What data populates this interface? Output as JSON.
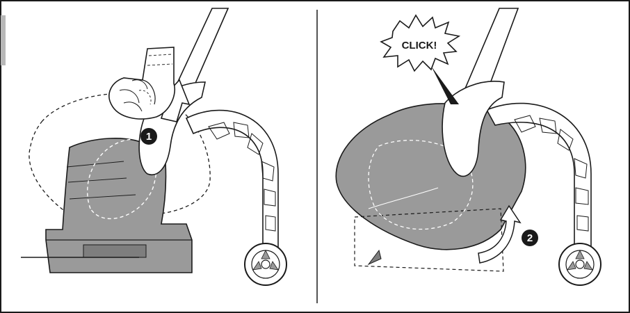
{
  "panels": [
    {
      "step_label": "1"
    },
    {
      "step_label": "2",
      "callout": "CLICK!"
    }
  ],
  "colors": {
    "ink": "#1a1a1a",
    "fill_gray": "#9a9a9a",
    "fill_gray_dark": "#7e7e7e",
    "glove": "#ffffff",
    "corner_tab": "#b8b8b8"
  }
}
